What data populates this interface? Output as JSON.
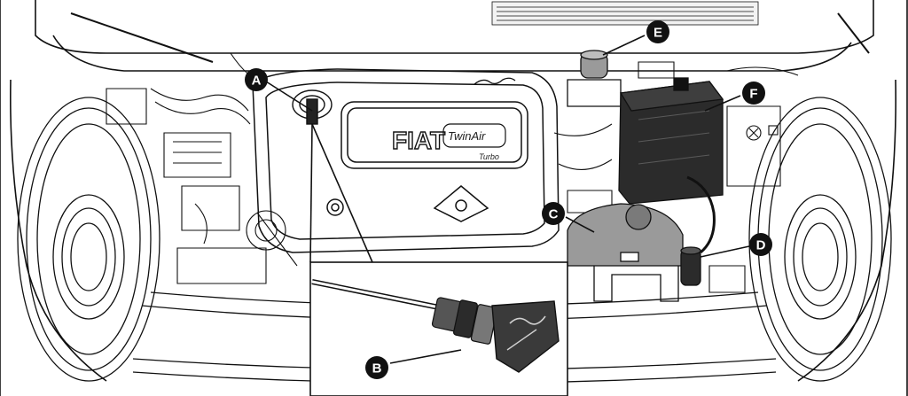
{
  "figure": {
    "subject": "engine compartment",
    "brand_logo": "FIAT",
    "engine_badge": "TwinAir",
    "engine_badge_sub": "Turbo",
    "callouts": [
      {
        "id": "A",
        "label": "A"
      },
      {
        "id": "B",
        "label": "B"
      },
      {
        "id": "C",
        "label": "C"
      },
      {
        "id": "D",
        "label": "D"
      },
      {
        "id": "E",
        "label": "E"
      },
      {
        "id": "F",
        "label": "F"
      }
    ]
  },
  "colors": {
    "line": "#111111",
    "callout_fill": "#111111",
    "callout_text": "#ffffff",
    "battery_fill": "#2b2b2b",
    "reservoir_fill": "#9a9a9a",
    "background": "#ffffff"
  }
}
